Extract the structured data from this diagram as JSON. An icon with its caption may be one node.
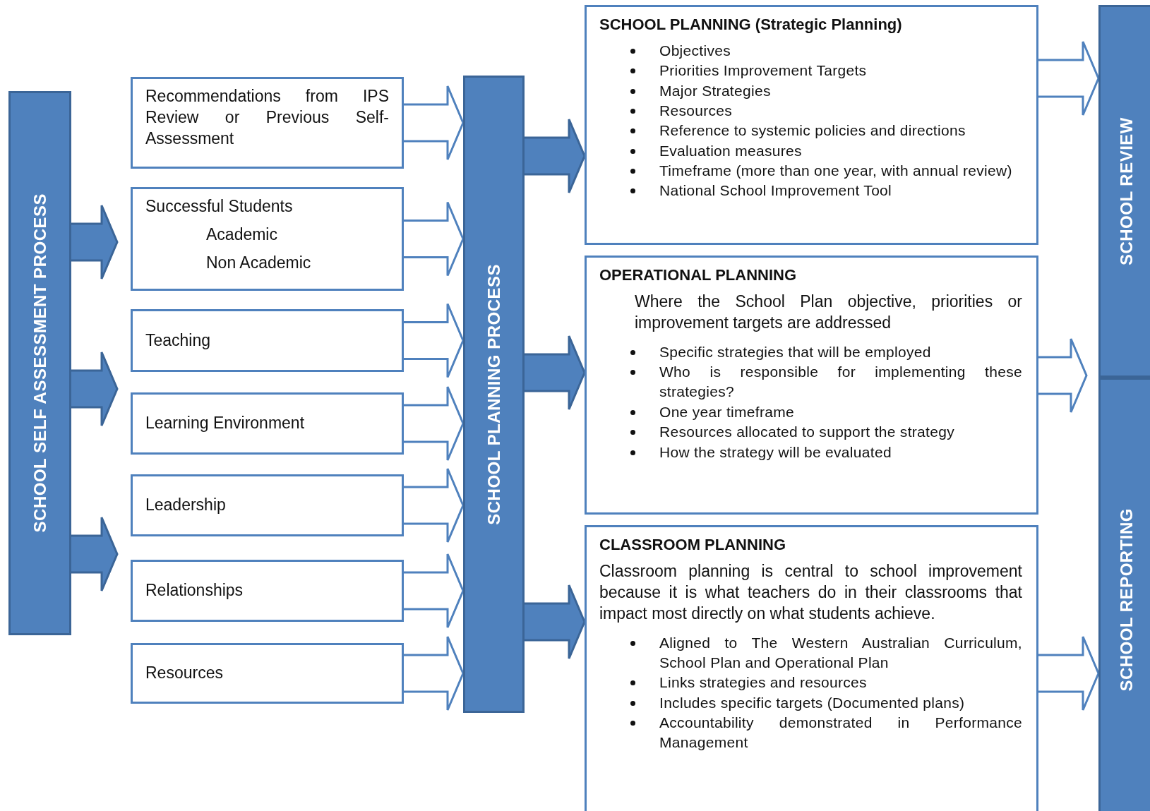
{
  "diagram": {
    "nodes": [
      {
        "text": [
          "SCHOOL SELF ASSESSMENT PROCESS"
        ]
      },
      {
        "text": [
          "Recommendations from IPS Review or Previous Self-Assessment"
        ]
      },
      {
        "text": [
          "Successful Students",
          "Academic",
          "Non Academic"
        ]
      },
      {
        "text": [
          "Teaching"
        ]
      },
      {
        "text": [
          "Learning Environment"
        ]
      },
      {
        "text": [
          "Leadership"
        ]
      },
      {
        "text": [
          "Relationships"
        ]
      },
      {
        "text": [
          "Resources"
        ]
      },
      {
        "text": [
          "SCHOOL PLANNING PROCESS"
        ]
      },
      {
        "text": [
          "SCHOOL PLANNING (Strategic Planning)",
          "Objectives",
          "Priorities Improvement Targets",
          "Major Strategies",
          "Resources",
          "Reference to systemic policies and directions",
          "Evaluation measures",
          "Timeframe (more than one year, with annual review)",
          "National School Improvement Tool"
        ]
      },
      {
        "text": [
          "OPERATIONAL PLANNING",
          "Where the School Plan objective, priorities or improvement targets are addressed",
          "Specific strategies that will be employed",
          "Who is responsible for implementing these strategies?",
          "One year timeframe",
          "Resources allocated to support the strategy",
          "How the strategy will be evaluated"
        ]
      },
      {
        "text": [
          "CLASSROOM PLANNING",
          "Classroom planning is central to school improvement because it is what teachers do in their classrooms that impact most directly on what students achieve.",
          "Aligned to The Western Australian Curriculum, School Plan and Operational Plan",
          "Links strategies and resources",
          "Includes specific targets (Documented plans)",
          "Accountability demonstrated in Performance Management"
        ]
      },
      {
        "text": [
          "SCHOOL REVIEW"
        ]
      },
      {
        "text": [
          "SCHOOL REPORTING"
        ]
      }
    ],
    "edges": [
      {
        "from": 0,
        "to": null,
        "arrow": "to",
        "style": "thick"
      },
      {
        "from": 0,
        "to": null,
        "arrow": "to",
        "style": "thick"
      },
      {
        "from": 0,
        "to": null,
        "arrow": "to",
        "style": "thick"
      },
      {
        "from": 1,
        "to": 8,
        "arrow": "to"
      },
      {
        "from": 2,
        "to": 8,
        "arrow": "to"
      },
      {
        "from": 3,
        "to": 8,
        "arrow": "to"
      },
      {
        "from": 4,
        "to": 8,
        "arrow": "to"
      },
      {
        "from": 5,
        "to": 8,
        "arrow": "to"
      },
      {
        "from": 6,
        "to": 8,
        "arrow": "to"
      },
      {
        "from": 7,
        "to": 8,
        "arrow": "to"
      },
      {
        "from": 8,
        "to": 9,
        "arrow": "to",
        "style": "thick"
      },
      {
        "from": 8,
        "to": 10,
        "arrow": "to",
        "style": "thick"
      },
      {
        "from": 8,
        "to": 11,
        "arrow": "to",
        "style": "thick"
      },
      {
        "from": 9,
        "to": 12,
        "arrow": "to"
      },
      {
        "from": 10,
        "to": null,
        "arrow": "to"
      },
      {
        "from": 11,
        "to": 13,
        "arrow": "to"
      }
    ]
  }
}
